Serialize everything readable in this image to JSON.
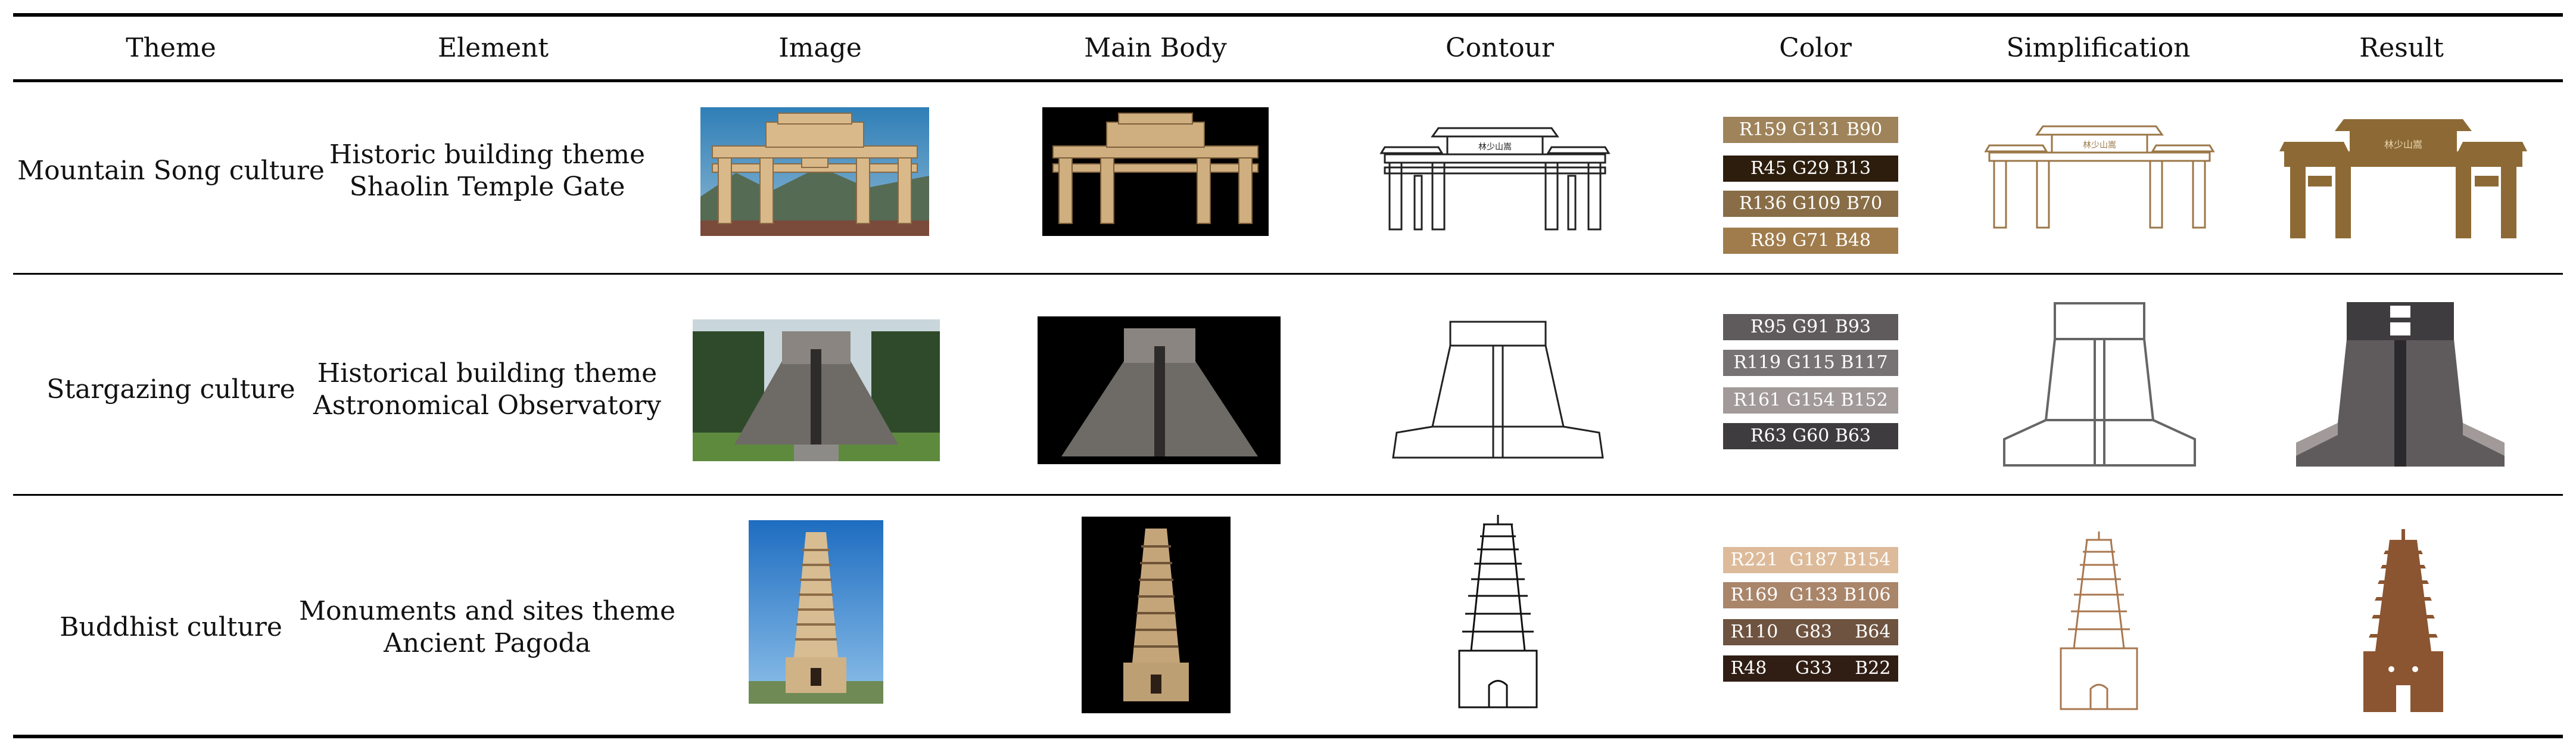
{
  "columns": [
    "Theme",
    "Element",
    "Image",
    "Main Body",
    "Contour",
    "Color",
    "Simplification",
    "Result"
  ],
  "rows": [
    {
      "theme": "Mountain Song culture",
      "element_line1": "Historic building theme",
      "element_line2": "Shaolin Temple Gate",
      "swatches": [
        {
          "label": "R159 G131 B90",
          "color": "#9f835a"
        },
        {
          "label": "R45 G29 B13",
          "color": "#2d1d0d"
        },
        {
          "label": "R136 G109 B70",
          "color": "#886d46"
        },
        {
          "label": "R89 G71 B48",
          "color": "#a07c4c"
        }
      ],
      "result_color": "#8d6a35",
      "gate_plaque": "林少山嵩"
    },
    {
      "theme": "Stargazing culture",
      "element_line1": "Historical building theme",
      "element_line2": "Astronomical Observatory",
      "swatches": [
        {
          "label": "R95 G91 B93",
          "color": "#5f5b5d"
        },
        {
          "label": "R119 G115 B117",
          "color": "#777375"
        },
        {
          "label": "R161 G154 B152",
          "color": "#a19a98"
        },
        {
          "label": "R63 G60 B63",
          "color": "#3f3c3f"
        }
      ],
      "result_color": "#5f5b5d"
    },
    {
      "theme": "Buddhist culture",
      "element_line1": "Monuments and sites theme",
      "element_line2": "Ancient Pagoda",
      "swatches": [
        {
          "label": "R221  G187 B154",
          "color": "#ddbb9a"
        },
        {
          "label": "R169  G133 B106",
          "color": "#a9856a"
        },
        {
          "label": "R110   G83    B64",
          "color": "#6e5340"
        },
        {
          "label": "R48     G33    B22",
          "color": "#301e14"
        }
      ],
      "result_color": "#8a5530"
    }
  ]
}
